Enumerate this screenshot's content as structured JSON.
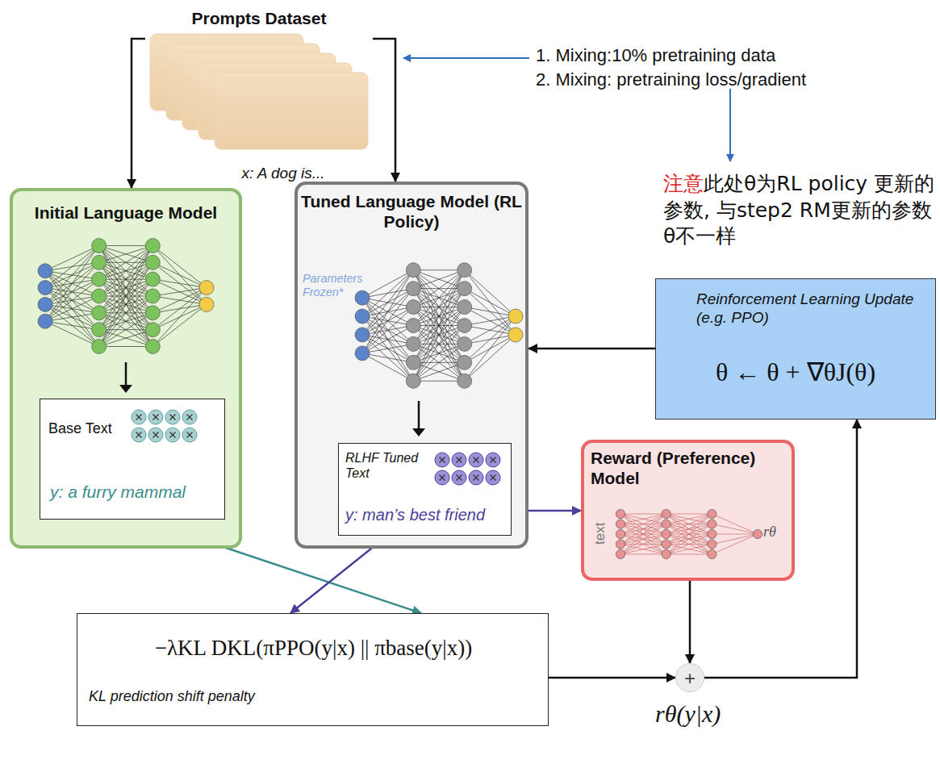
{
  "diagram": {
    "nodes": [
      {
        "text": [
          "Prompts Dataset",
          "x: A dog is..."
        ]
      },
      {
        "text": [
          "Initial Language Model"
        ]
      },
      {
        "text": [
          "Base Text",
          "y: a furry mammal"
        ],
        "in": 1
      },
      {
        "text": [
          "Tuned Language Model (RL Policy)",
          "Parameters Frozen*"
        ]
      },
      {
        "text": [
          "RLHF Tuned Text",
          "y: man’s best friend"
        ],
        "in": 3
      },
      {
        "text": [
          "Reward (Preference) Model",
          "text",
          "rθ"
        ]
      },
      {
        "text": [
          "Reinforcement Learning Update (e.g. PPO)",
          "θ ← θ + ∇θJ(θ)"
        ]
      },
      {
        "text": [
          "−λKL DKL(πPPO(y|x) || πbase(y|x))",
          "KL prediction shift penalty"
        ]
      },
      {
        "text": [
          "+"
        ]
      }
    ],
    "edges": [
      {
        "from": 0,
        "to": 1,
        "arrow": "to"
      },
      {
        "from": 0,
        "to": 3,
        "arrow": "to"
      },
      {
        "from": 6,
        "to": 3,
        "arrow": "to"
      },
      {
        "from": 4,
        "to": 5,
        "arrow": "to"
      },
      {
        "from": 2,
        "to": 7,
        "arrow": "to"
      },
      {
        "from": 4,
        "to": 7,
        "arrow": "to"
      },
      {
        "from": 7,
        "to": 8,
        "arrow": "to"
      },
      {
        "from": 5,
        "to": 8,
        "arrow": "to"
      },
      {
        "from": 8,
        "to": 6,
        "arrow": "to"
      }
    ],
    "labels": [
      "1. Mixing:10% pretraining data",
      "2. Mixing: pretraining loss/gradient",
      "注意",
      "此处θ为RL policy 更新的参数, 与step2 RM更新的参数θ不一样",
      "rθ(y|x)"
    ]
  }
}
